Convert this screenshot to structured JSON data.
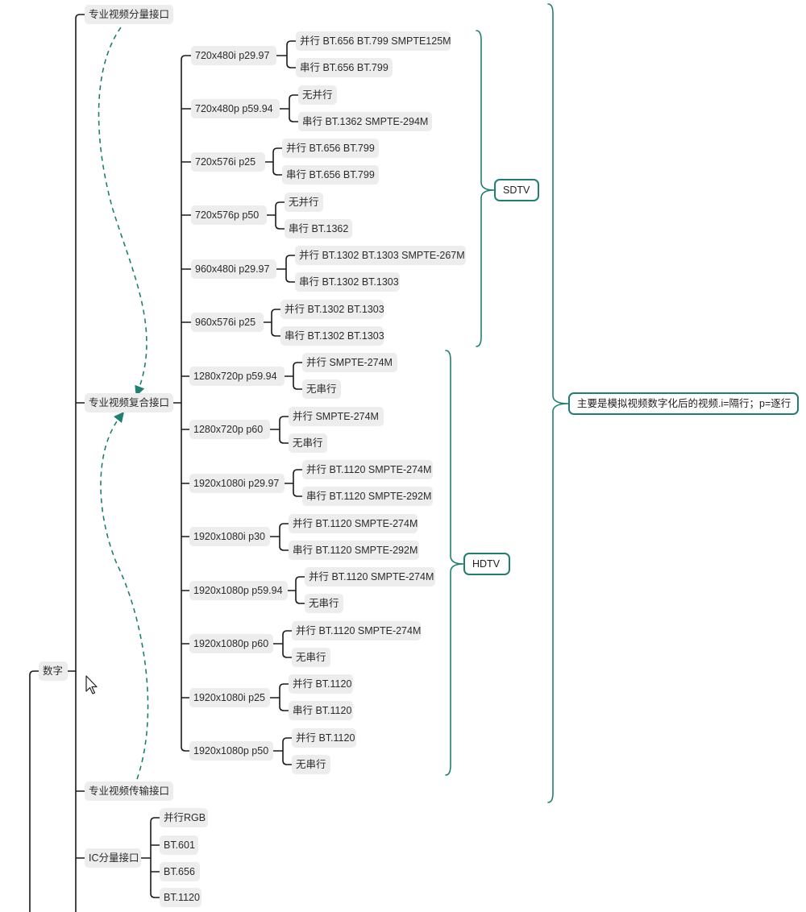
{
  "colors": {
    "tree_line": "#1a1a1a",
    "brace": "#1f7f70",
    "dashed": "#1f7f70",
    "node_bg": "#ededed"
  },
  "nodes": {
    "root": "数字",
    "l1_component": "专业视频分量接口",
    "l1_composite": "专业视频复合接口",
    "l1_transport": "专业视频传输接口",
    "l1_ic": "IC分量接口",
    "fmt_720x480i": "720x480i p29.97",
    "leaf_720x480i_par": "并行 BT.656 BT.799 SMPTE125M",
    "leaf_720x480i_ser": "串行 BT.656 BT.799",
    "fmt_720x480p": "720x480p p59.94",
    "leaf_720x480p_par": "无并行",
    "leaf_720x480p_ser": "串行 BT.1362 SMPTE-294M",
    "fmt_720x576i": "720x576i p25",
    "leaf_720x576i_par": "并行 BT.656 BT.799",
    "leaf_720x576i_ser": "串行 BT.656 BT.799",
    "fmt_720x576p": "720x576p p50",
    "leaf_720x576p_par": "无并行",
    "leaf_720x576p_ser": "串行 BT.1362",
    "fmt_960x480i": "960x480i p29.97",
    "leaf_960x480i_par": "并行 BT.1302 BT.1303 SMPTE-267M",
    "leaf_960x480i_ser": "串行 BT.1302 BT.1303",
    "fmt_960x576i": "960x576i p25",
    "leaf_960x576i_par": "并行 BT.1302 BT.1303",
    "leaf_960x576i_ser": "串行 BT.1302 BT.1303",
    "fmt_1280x720p5994": "1280x720p p59.94",
    "leaf_1280x720p5994_par": "并行 SMPTE-274M",
    "leaf_1280x720p5994_ser": "无串行",
    "fmt_1280x720p60": "1280x720p p60",
    "leaf_1280x720p60_par": "并行 SMPTE-274M",
    "leaf_1280x720p60_ser": "无串行",
    "fmt_1920x1080i2997": "1920x1080i p29.97",
    "leaf_1920x1080i2997_par": "并行 BT.1120 SMPTE-274M",
    "leaf_1920x1080i2997_ser": "串行 BT.1120 SMPTE-292M",
    "fmt_1920x1080i30": "1920x1080i p30",
    "leaf_1920x1080i30_par": "并行 BT.1120 SMPTE-274M",
    "leaf_1920x1080i30_ser": "串行 BT.1120 SMPTE-292M",
    "fmt_1920x1080p5994": "1920x1080p p59.94",
    "leaf_1920x1080p5994_par": "并行 BT.1120 SMPTE-274M",
    "leaf_1920x1080p5994_ser": "无串行",
    "fmt_1920x1080p60": "1920x1080p p60",
    "leaf_1920x1080p60_par": "并行 BT.1120 SMPTE-274M",
    "leaf_1920x1080p60_ser": "无串行",
    "fmt_1920x1080i25": "1920x1080i p25",
    "leaf_1920x1080i25_par": "并行 BT.1120",
    "leaf_1920x1080i25_ser": "串行 BT.1120",
    "fmt_1920x1080p50": "1920x1080p p50",
    "leaf_1920x1080p50_par": "并行 BT.1120",
    "leaf_1920x1080p50_ser": "无串行",
    "ic_rgb": "并行RGB",
    "ic_601": "BT.601",
    "ic_656": "BT.656",
    "ic_1120": "BT.1120"
  },
  "tags": {
    "sdtv": "SDTV",
    "hdtv": "HDTV",
    "summary": "主要是模拟视频数字化后的视频.i=隔行；p=逐行"
  }
}
